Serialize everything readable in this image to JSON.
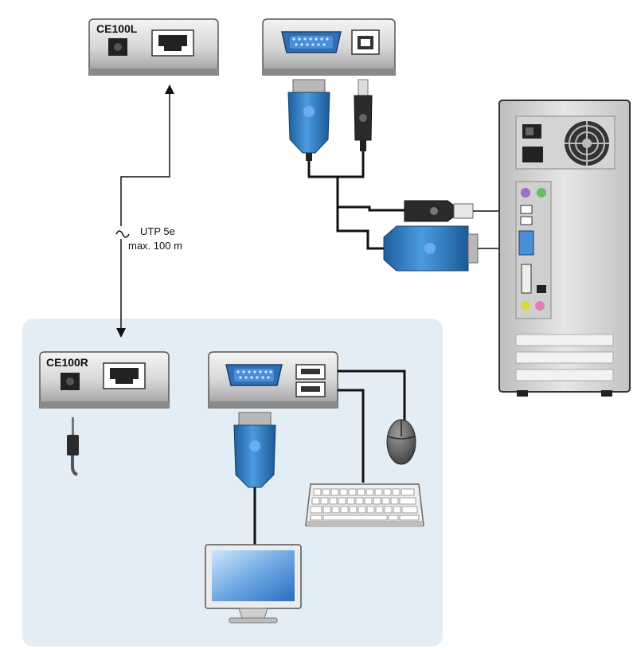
{
  "devices": {
    "local_unit": "CE100L",
    "remote_unit": "CE100R"
  },
  "cable": {
    "type": "UTP 5e",
    "max_length": "max. 100 m"
  },
  "colors": {
    "remote_area_bg": "#e3edf5",
    "connector_blue": "#2f7fc1",
    "cable_black": "#111111",
    "device_silver": "#d9d9d9"
  },
  "icons": {
    "vga_port": "vga-port-icon",
    "usb_b_port": "usb-b-port-icon",
    "rj45_port": "rj45-port-icon",
    "power_jack": "power-jack-icon",
    "usb_a_ports": "usb-a-ports-icon",
    "computer": "computer-tower-icon",
    "monitor": "monitor-icon",
    "keyboard": "keyboard-icon",
    "mouse": "mouse-icon"
  }
}
